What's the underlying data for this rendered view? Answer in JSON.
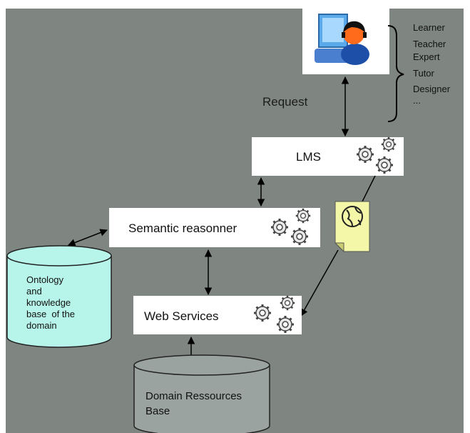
{
  "diagram": {
    "user_icon": "learner-computer-icon",
    "roles": [
      "Learner",
      "Teacher",
      "Expert",
      "Tutor",
      "Designer",
      "..."
    ],
    "request_label": "Request",
    "lms_label": "LMS",
    "reasoner_label": "Semantic reasonner",
    "web_services_label": "Web Services",
    "ontology_label": [
      "Ontology",
      "and",
      "knowledge",
      "base  of the",
      "domain"
    ],
    "resources_label": [
      "Domain Ressources",
      "Base"
    ],
    "document_icon": "globe-document-icon",
    "gear_icon": "gears-icon"
  },
  "colors": {
    "background": "#7f8682",
    "box_fill": "#ffffff",
    "ontology_fill": "#b7f5ea",
    "resources_fill": "#9ba3a0",
    "document_fill": "#f4f6a8"
  }
}
